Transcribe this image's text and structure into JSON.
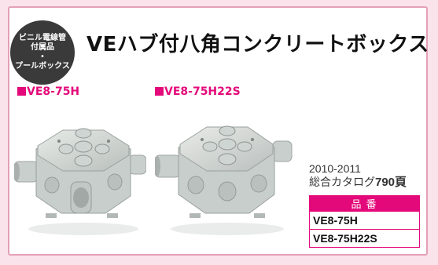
{
  "badge": {
    "lines": [
      "ビニル電線管",
      "付属品",
      "•",
      "プールボックス"
    ]
  },
  "title": "VEハブ付八角コンクリートボックス",
  "products": [
    {
      "model": "VE8-75H",
      "image": "octagonal-box-with-hubs"
    },
    {
      "model": "VE8-75H22S",
      "image": "octagonal-box-with-hubs-and-knockouts"
    }
  ],
  "catalog": {
    "years": "2010-2011",
    "label": "総合カタログ",
    "page": "790頁"
  },
  "part_table": {
    "header": "品番",
    "rows": [
      "VE8-75H",
      "VE8-75H22S"
    ]
  },
  "colors": {
    "accent": "#e4097a",
    "badge": "#3a3a3a",
    "border": "#e3a0b8",
    "background": "#fbe3ec"
  }
}
